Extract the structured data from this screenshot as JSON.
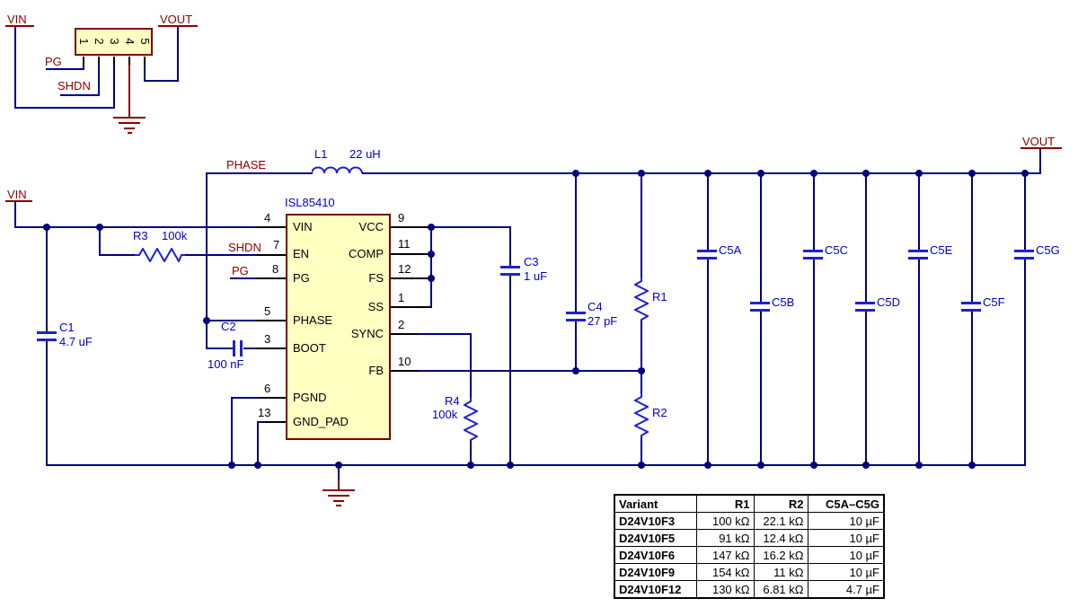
{
  "colors": {
    "wire": "#000080",
    "component_symbol": "#2020D0",
    "component_label": "#0000C8",
    "net_label": "#8B0000",
    "part_fill": "#FFFFC2",
    "part_border": "#800000",
    "pin_text": "#000000"
  },
  "nets": {
    "vin": "VIN",
    "vout": "VOUT",
    "pg": "PG",
    "shdn": "SHDN",
    "phase": "PHASE"
  },
  "connector": {
    "pin_numbers": [
      "1",
      "2",
      "3",
      "4",
      "5"
    ]
  },
  "ic": {
    "name": "ISL85410",
    "left_pins": [
      {
        "num": "4",
        "name": "VIN"
      },
      {
        "num": "7",
        "name": "EN"
      },
      {
        "num": "8",
        "name": "PG"
      },
      {
        "num": "5",
        "name": "PHASE"
      },
      {
        "num": "3",
        "name": "BOOT"
      },
      {
        "num": "6",
        "name": "PGND"
      },
      {
        "num": "13",
        "name": "GND_PAD"
      }
    ],
    "right_pins": [
      {
        "num": "9",
        "name": "VCC"
      },
      {
        "num": "11",
        "name": "COMP"
      },
      {
        "num": "12",
        "name": "FS"
      },
      {
        "num": "1",
        "name": "SS"
      },
      {
        "num": "2",
        "name": "SYNC"
      },
      {
        "num": "10",
        "name": "FB"
      }
    ]
  },
  "components": {
    "L1": {
      "ref": "L1",
      "value": "22 uH"
    },
    "R3": {
      "ref": "R3",
      "value": "100k"
    },
    "R4": {
      "ref": "R4",
      "value": "100k"
    },
    "R1": {
      "ref": "R1"
    },
    "R2": {
      "ref": "R2"
    },
    "C1": {
      "ref": "C1",
      "value": "4.7 uF"
    },
    "C2": {
      "ref": "C2",
      "value": "100 nF"
    },
    "C3": {
      "ref": "C3",
      "value": "1 uF"
    },
    "C4": {
      "ref": "C4",
      "value": "27 pF"
    },
    "C5": {
      "labels": [
        "C5A",
        "C5B",
        "C5C",
        "C5D",
        "C5E",
        "C5F",
        "C5G"
      ]
    }
  },
  "table": {
    "headers": [
      "Variant",
      "R1",
      "R2",
      "C5A–C5G"
    ],
    "rows": [
      {
        "variant": "D24V10F3",
        "r1": "100 kΩ",
        "r2": "22.1 kΩ",
        "c5": "10 µF"
      },
      {
        "variant": "D24V10F5",
        "r1": "91 kΩ",
        "r2": "12.4 kΩ",
        "c5": "10 µF"
      },
      {
        "variant": "D24V10F6",
        "r1": "147 kΩ",
        "r2": "16.2 kΩ",
        "c5": "10 µF"
      },
      {
        "variant": "D24V10F9",
        "r1": "154 kΩ",
        "r2": "11 kΩ",
        "c5": "10 µF"
      },
      {
        "variant": "D24V10F12",
        "r1": "130 kΩ",
        "r2": "6.81 kΩ",
        "c5": "4.7 µF"
      }
    ]
  }
}
